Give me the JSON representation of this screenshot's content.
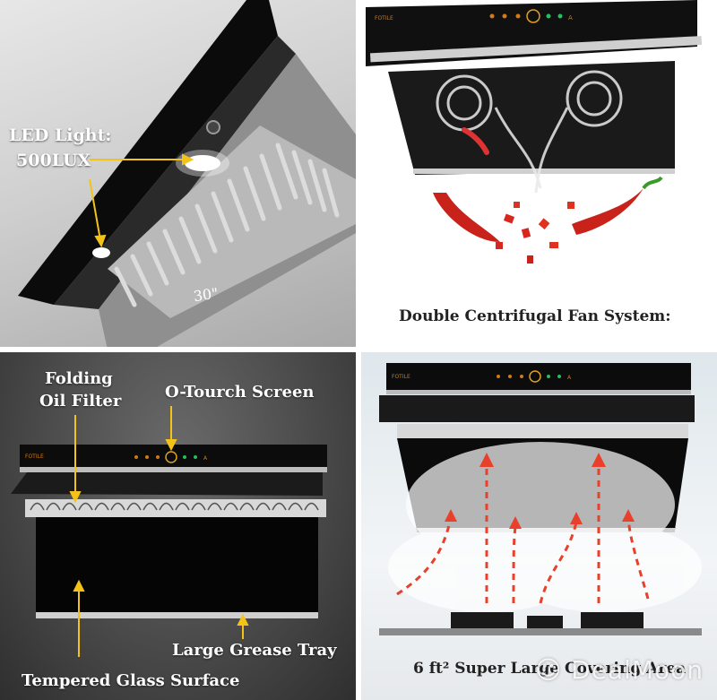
{
  "panels": {
    "led": {
      "label_line1": "LED Light:",
      "label_line2": "500LUX",
      "width_mark": "30\""
    },
    "fan": {
      "caption": "Double Centrifugal Fan System:",
      "brand": "FOTILE"
    },
    "parts": {
      "folding_line1": "Folding",
      "folding_line2": "Oil Filter",
      "screen": "O-Tourch Screen",
      "grease": "Large Grease Tray",
      "glass": "Tempered Glass Surface",
      "brand": "FOTILE"
    },
    "coverage": {
      "caption": "6 ft² Super Large Covering Area",
      "brand": "FOTILE"
    }
  },
  "watermark": {
    "text": "DealMoon",
    "icon": "dealmoon-logo-icon"
  },
  "colors": {
    "arrow_yellow": "#f3c318",
    "arrow_red": "#e8402a",
    "glass_black": "#0c0c0c"
  }
}
